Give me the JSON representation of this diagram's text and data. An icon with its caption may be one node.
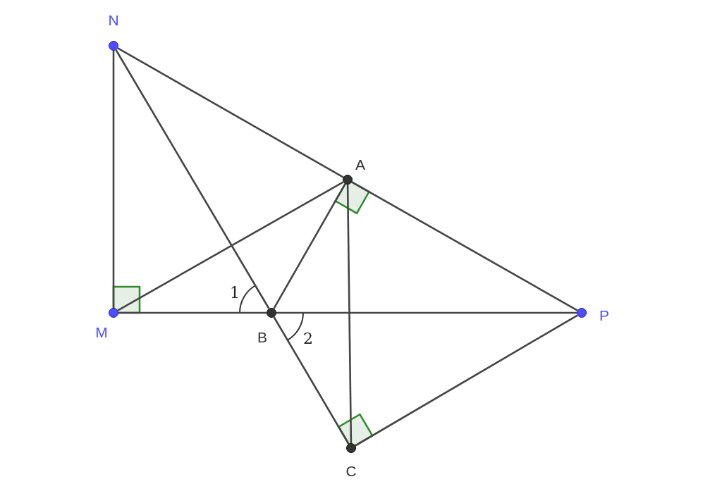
{
  "diagram": {
    "nodes": [
      {
        "text": [
          "N"
        ]
      },
      {
        "text": [
          "A"
        ]
      },
      {
        "text": [
          "M"
        ]
      },
      {
        "text": [
          "B"
        ]
      },
      {
        "text": [
          "P"
        ]
      },
      {
        "text": [
          "C"
        ]
      }
    ],
    "edges": [
      {
        "from": 0,
        "to": 2,
        "arrow": "none"
      },
      {
        "from": 0,
        "to": 1,
        "arrow": "none"
      },
      {
        "from": 1,
        "to": 4,
        "arrow": "none"
      },
      {
        "from": 0,
        "to": 3,
        "arrow": "none"
      },
      {
        "from": 3,
        "to": 5,
        "arrow": "none"
      },
      {
        "from": 2,
        "to": 3,
        "arrow": "none"
      },
      {
        "from": 3,
        "to": 4,
        "arrow": "none"
      },
      {
        "from": 2,
        "to": 1,
        "arrow": "none"
      },
      {
        "from": 1,
        "to": 3,
        "arrow": "none"
      },
      {
        "from": 1,
        "to": 5,
        "arrow": "none"
      },
      {
        "from": 4,
        "to": 5,
        "arrow": "none"
      }
    ],
    "labels": [
      "1",
      "2"
    ]
  }
}
